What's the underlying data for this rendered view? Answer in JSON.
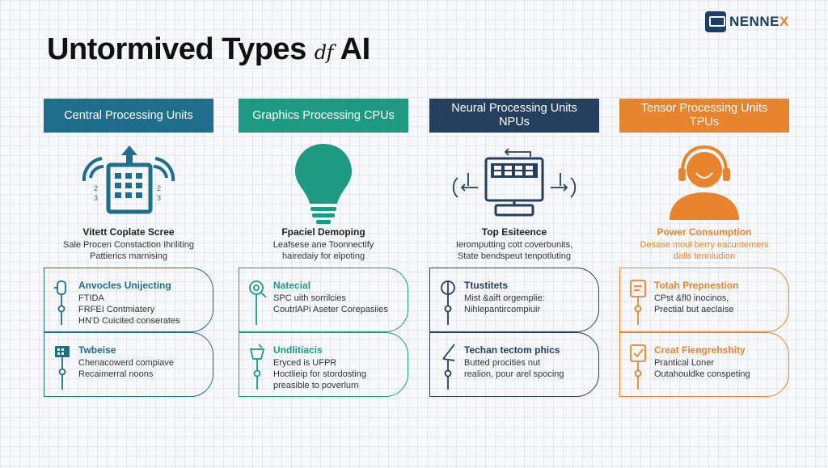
{
  "title": {
    "main": "Untormived Types",
    "joiner": "df",
    "end": "AI"
  },
  "logo": {
    "text_main": "NENNE",
    "text_accent": "X"
  },
  "colors": {
    "teal_dark": "#1f6e8c",
    "teal": "#1f9a82",
    "navy": "#24405e",
    "orange": "#e8842e"
  },
  "columns": [
    {
      "header": "Central Processing Units",
      "color": "#1f6e8c",
      "icon": "cpu-chip-signal-icon",
      "subtitle": "Vitett Coplate Scree",
      "desc": "Sale Procen Constaction Ihriliting\nPattierics marnising",
      "cards": [
        {
          "icon": "microscope-icon",
          "title": "Anvocles Unijecting",
          "desc": "FTIDA\nFRFEI Contmiatery\nHN'D Cuicited conserates"
        },
        {
          "icon": "circuit-board-icon",
          "title": "Twbeise",
          "desc": "Chenacowerd compiave\nRecaimerral noons"
        }
      ]
    },
    {
      "header": "Graphics Processing CPUs",
      "color": "#1f9a82",
      "icon": "lightbulb-icon",
      "subtitle": "Fpaciel Demoping",
      "desc": "Leafsese ane Toonnectify\nhairedaiy for elpoting",
      "cards": [
        {
          "icon": "magnifier-gear-icon",
          "title": "Natecial",
          "desc": "SPC uith sorrilcies\nCoutrlAPi Aseter Corepasiies"
        },
        {
          "icon": "beaker-icon",
          "title": "Undlitiacis",
          "desc": "Eryced is UFPR\nHoctlieip for stordosting\npreasible to poverlurn"
        }
      ]
    },
    {
      "header": "Neural Processing Units NPUs",
      "color": "#24405e",
      "icon": "npu-board-icon",
      "subtitle": "Top Esiteence",
      "desc": "Ieromputting cott coverbunits,\nState bendspeut tenpotluting",
      "cards": [
        {
          "icon": "gauge-probe-icon",
          "title": "Ttustitets",
          "desc": "Mist &aift orgemplie:\nNihlepantircompiuir"
        },
        {
          "icon": "compass-tool-icon",
          "title": "Techan tectom phics",
          "desc": "Butted procities nut\nrealion, pour arel spocing"
        }
      ]
    },
    {
      "header": "Tensor Processing Units TPUs",
      "color": "#e8842e",
      "icon": "person-headset-icon",
      "subtitle": "Power Consumption",
      "desc": "Desase moul berry eacuntemers\ndalls tennludion",
      "cards": [
        {
          "icon": "document-graph-icon",
          "title": "Totah Prepnestion",
          "desc": "CPst &fl0 inocinos,\nPrectial but aeclaise"
        },
        {
          "icon": "document-check-icon",
          "title": "Creat Fiengrehshity",
          "desc": "Prantical Loner\nOutahouldke conspeting"
        }
      ]
    }
  ]
}
